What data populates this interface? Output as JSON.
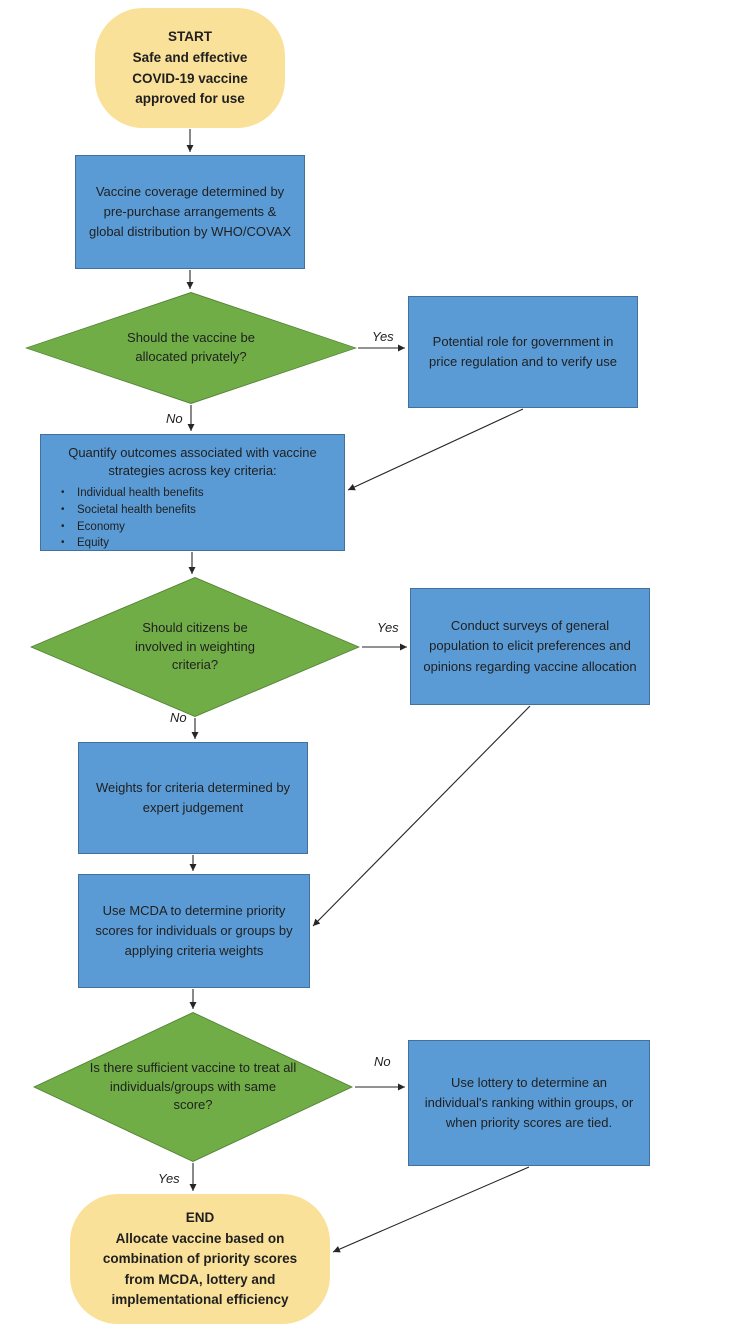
{
  "nodes": {
    "start": {
      "heading": "START",
      "body": "Safe and effective COVID-19 vaccine approved for use"
    },
    "coverage": {
      "body": "Vaccine coverage determined by pre-purchase arrangements & global distribution by WHO/COVAX"
    },
    "decision_private": {
      "body": "Should the vaccine be allocated privately?"
    },
    "gov_role": {
      "body": "Potential role for government in price regulation and to verify use"
    },
    "quantify": {
      "heading": "Quantify outcomes associated with vaccine strategies across key criteria:",
      "bullets": [
        "Individual health benefits",
        "Societal health benefits",
        "Economy",
        "Equity"
      ]
    },
    "decision_citizens": {
      "body": "Should citizens be involved in weighting criteria?"
    },
    "surveys": {
      "body": "Conduct surveys of general population to elicit preferences and opinions regarding vaccine allocation"
    },
    "weights": {
      "body": "Weights for criteria determined by expert judgement"
    },
    "mcda": {
      "body": "Use MCDA to determine priority scores for individuals or groups by applying criteria weights"
    },
    "decision_sufficient": {
      "body": "Is there sufficient vaccine to treat all individuals/groups with same score?"
    },
    "lottery": {
      "body": "Use lottery to determine an individual's ranking within groups, or when priority scores are tied."
    },
    "end": {
      "heading": "END",
      "body": "Allocate vaccine based on combination of priority scores from MCDA, lottery and implementational efficiency"
    }
  },
  "edge_labels": {
    "private_yes": "Yes",
    "private_no": "No",
    "citizens_yes": "Yes",
    "citizens_no": "No",
    "sufficient_no": "No",
    "sufficient_yes": "Yes"
  },
  "colors": {
    "terminal_fill": "#FAE199",
    "process_fill": "#5B9BD5",
    "process_border": "#41719C",
    "decision_fill": "#70AD47",
    "decision_border": "#538135",
    "arrow": "#262626"
  }
}
